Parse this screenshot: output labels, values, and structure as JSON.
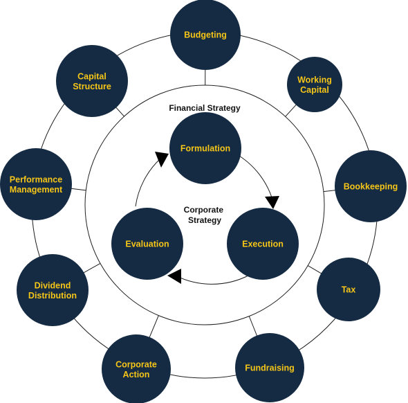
{
  "colors": {
    "node_fill": "#152b43",
    "node_text": "#f5c518",
    "line": "#1c1c1c",
    "background": "#ffffff"
  },
  "labels": {
    "financial_strategy": "Financial Strategy",
    "corporate_strategy": [
      "Corporate",
      "Strategy"
    ]
  },
  "outer_nodes": [
    {
      "id": "budgeting",
      "lines": [
        "Budgeting"
      ]
    },
    {
      "id": "working-capital",
      "lines": [
        "Working",
        "Capital"
      ]
    },
    {
      "id": "bookkeeping",
      "lines": [
        "Bookkeeping"
      ]
    },
    {
      "id": "tax",
      "lines": [
        "Tax"
      ]
    },
    {
      "id": "fundraising",
      "lines": [
        "Fundraising"
      ]
    },
    {
      "id": "corporate-action",
      "lines": [
        "Corporate",
        "Action"
      ]
    },
    {
      "id": "dividend-distribution",
      "lines": [
        "Dividend",
        "Distribution"
      ]
    },
    {
      "id": "performance-management",
      "lines": [
        "Performance",
        "Management"
      ]
    },
    {
      "id": "capital-structure",
      "lines": [
        "Capital",
        "Structure"
      ]
    }
  ],
  "cycle_nodes": [
    {
      "id": "formulation",
      "lines": [
        "Formulation"
      ]
    },
    {
      "id": "execution",
      "lines": [
        "Execution"
      ]
    },
    {
      "id": "evaluation",
      "lines": [
        "Evaluation"
      ]
    }
  ],
  "cycle_flow": [
    "Formulation",
    "Execution",
    "Evaluation"
  ]
}
